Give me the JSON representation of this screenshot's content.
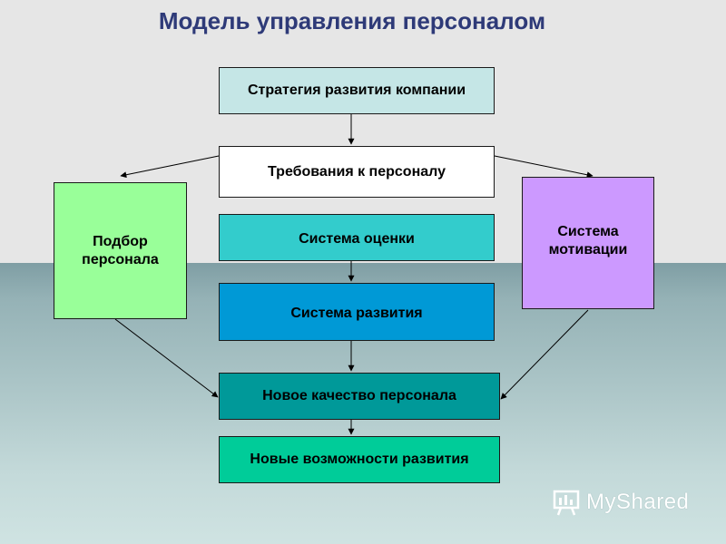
{
  "title": "Модель управления персоналом",
  "boxes": {
    "strategy": "Стратегия развития компании",
    "requirements": "Требования к персоналу",
    "evaluation": "Система оценки",
    "development": "Система развития",
    "new_quality": "Новое качество персонала",
    "new_opportunities": "Новые возможности развития",
    "selection": "Подбор персонала",
    "motivation": "Система мотивации"
  },
  "colors": {
    "strategy": "#c5e6e6",
    "requirements": "#ffffff",
    "evaluation": "#33cccc",
    "development": "#0099d6",
    "new_quality": "#009999",
    "new_opportunities": "#00cc99",
    "selection": "#99ff99",
    "motivation": "#cc99ff"
  },
  "watermark": {
    "text": "MyShared",
    "icon": "presentation-board-icon"
  }
}
